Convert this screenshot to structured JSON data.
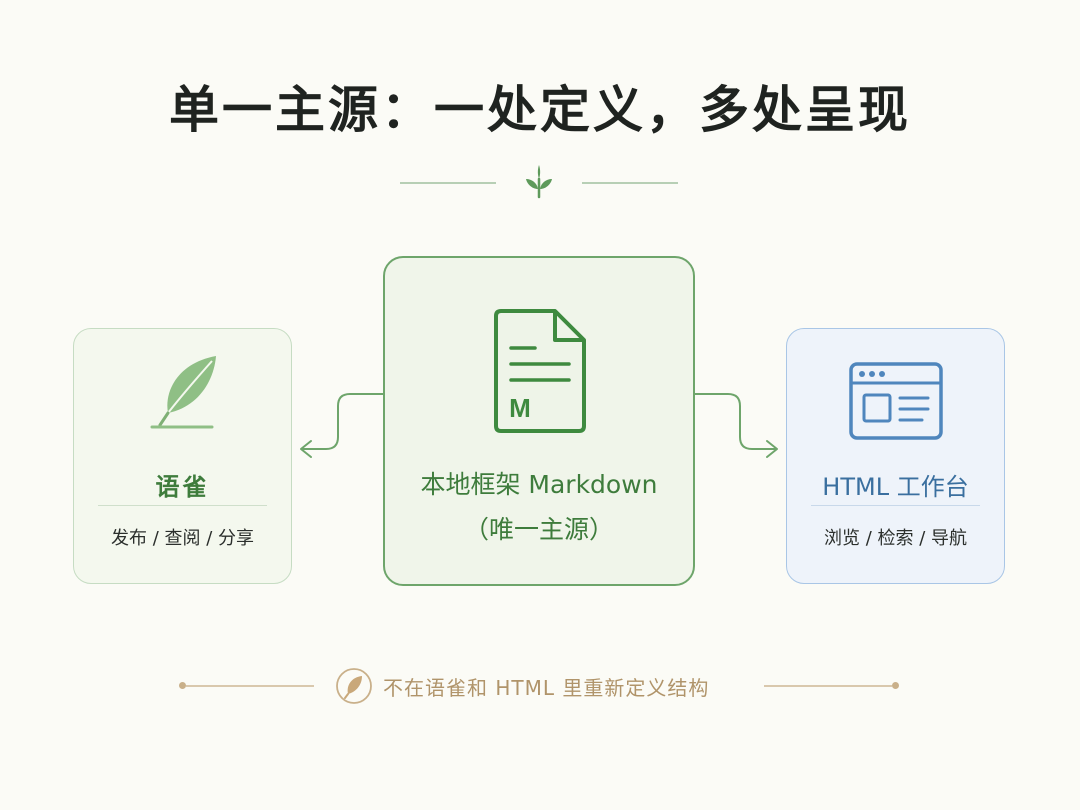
{
  "title": "单一主源：一处定义，多处呈现",
  "cards": {
    "left": {
      "title": "语雀",
      "desc": "发布 / 查阅 / 分享",
      "icon": "feather-icon"
    },
    "center": {
      "title": "本地框架 Markdown",
      "subtitle": "（唯一主源）",
      "icon": "markdown-document-icon",
      "icon_letter": "M"
    },
    "right": {
      "title": "HTML 工作台",
      "desc": "浏览 / 检索 / 导航",
      "icon": "browser-window-icon"
    }
  },
  "footer": {
    "text": "不在语雀和 HTML 里重新定义结构",
    "icon": "feather-icon"
  },
  "colors": {
    "green": "#3e7c3c",
    "blue": "#3a6f9f",
    "tan": "#b0946a"
  }
}
